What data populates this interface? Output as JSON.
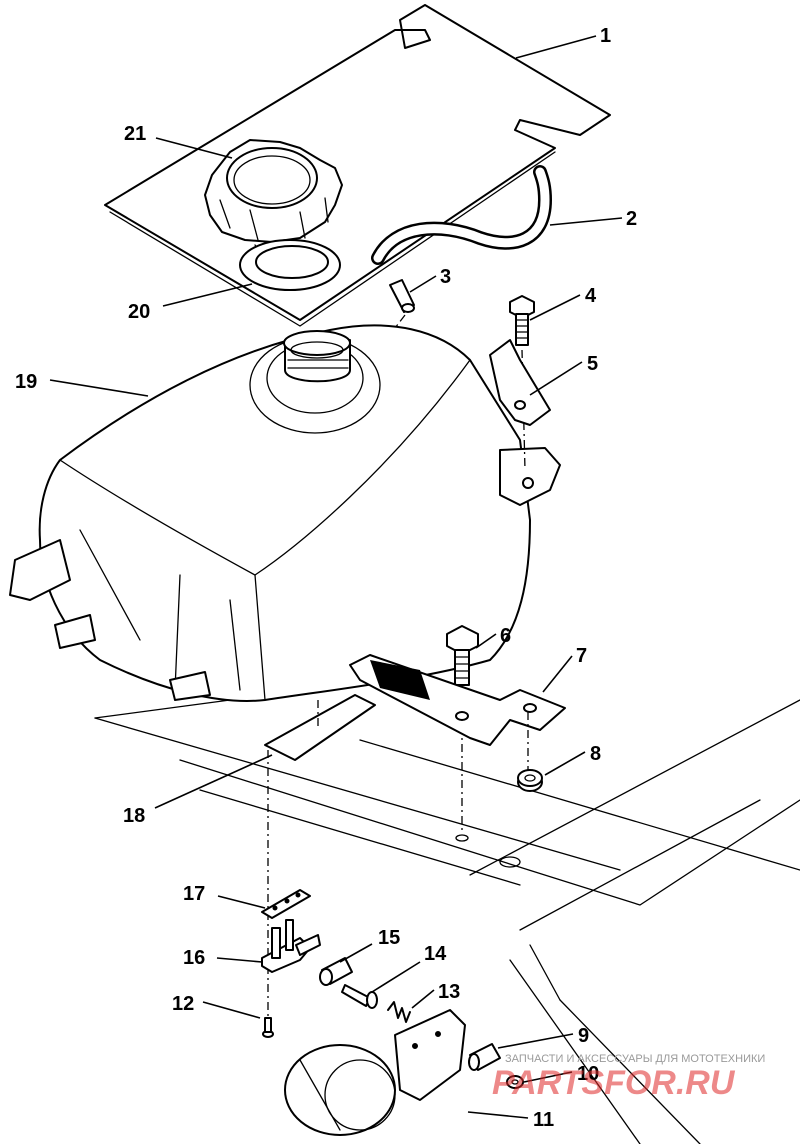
{
  "labels": [
    {
      "id": "1",
      "text": "1"
    },
    {
      "id": "2",
      "text": "2"
    },
    {
      "id": "3",
      "text": "3"
    },
    {
      "id": "4",
      "text": "4"
    },
    {
      "id": "5",
      "text": "5"
    },
    {
      "id": "6",
      "text": "6"
    },
    {
      "id": "7",
      "text": "7"
    },
    {
      "id": "8",
      "text": "8"
    },
    {
      "id": "9",
      "text": "9"
    },
    {
      "id": "10",
      "text": "10"
    },
    {
      "id": "11",
      "text": "11"
    },
    {
      "id": "12",
      "text": "12"
    },
    {
      "id": "13",
      "text": "13"
    },
    {
      "id": "14",
      "text": "14"
    },
    {
      "id": "15",
      "text": "15"
    },
    {
      "id": "16",
      "text": "16"
    },
    {
      "id": "17",
      "text": "17"
    },
    {
      "id": "18",
      "text": "18"
    },
    {
      "id": "19",
      "text": "19"
    },
    {
      "id": "20",
      "text": "20"
    },
    {
      "id": "21",
      "text": "21"
    }
  ],
  "watermark": {
    "tagline": "ЗАПЧАСТИ И АКСЕССУАРЫ ДЛЯ МОТОТЕХНИКИ",
    "brand": "PARTSFOR.RU"
  },
  "colors": {
    "line": "#000000",
    "background": "#ffffff",
    "watermark_red": "#e02a2a",
    "watermark_gray": "#9a9a9a"
  }
}
